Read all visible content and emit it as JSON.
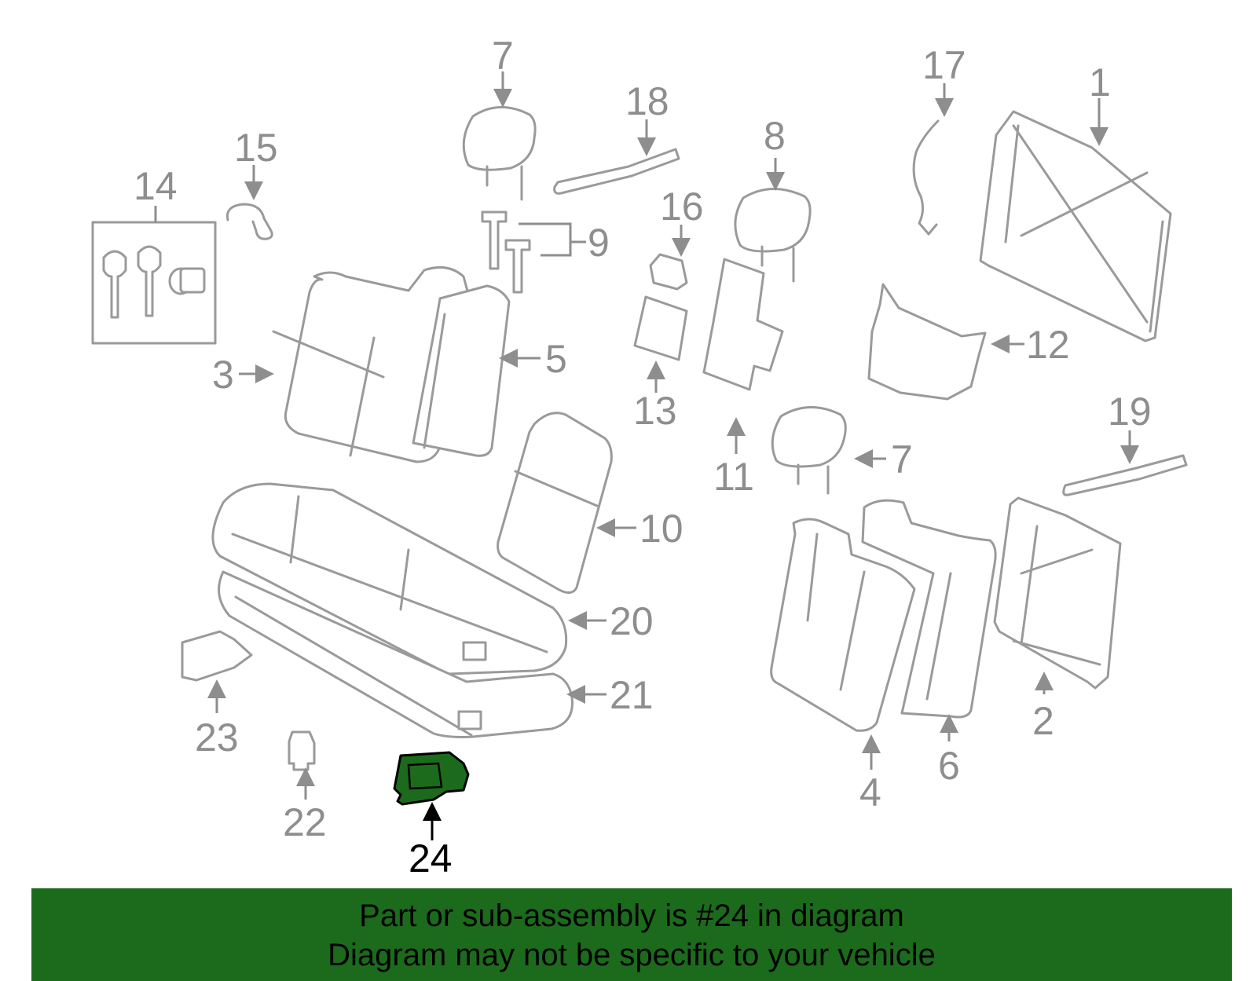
{
  "highlight": {
    "part": "24",
    "color": "#1c6b1c"
  },
  "callouts": {
    "c1": "1",
    "c2": "2",
    "c3": "3",
    "c4": "4",
    "c5": "5",
    "c6": "6",
    "c7a": "7",
    "c7b": "7",
    "c8": "8",
    "c9": "9",
    "c10": "10",
    "c11": "11",
    "c12": "12",
    "c13": "13",
    "c14": "14",
    "c15": "15",
    "c16": "16",
    "c17": "17",
    "c18": "18",
    "c19": "19",
    "c20": "20",
    "c21": "21",
    "c22": "22",
    "c23": "23",
    "c24": "24"
  },
  "banner": {
    "line1": "Part or sub-assembly is #24 in diagram",
    "line2": "Diagram may not be specific to your vehicle"
  }
}
